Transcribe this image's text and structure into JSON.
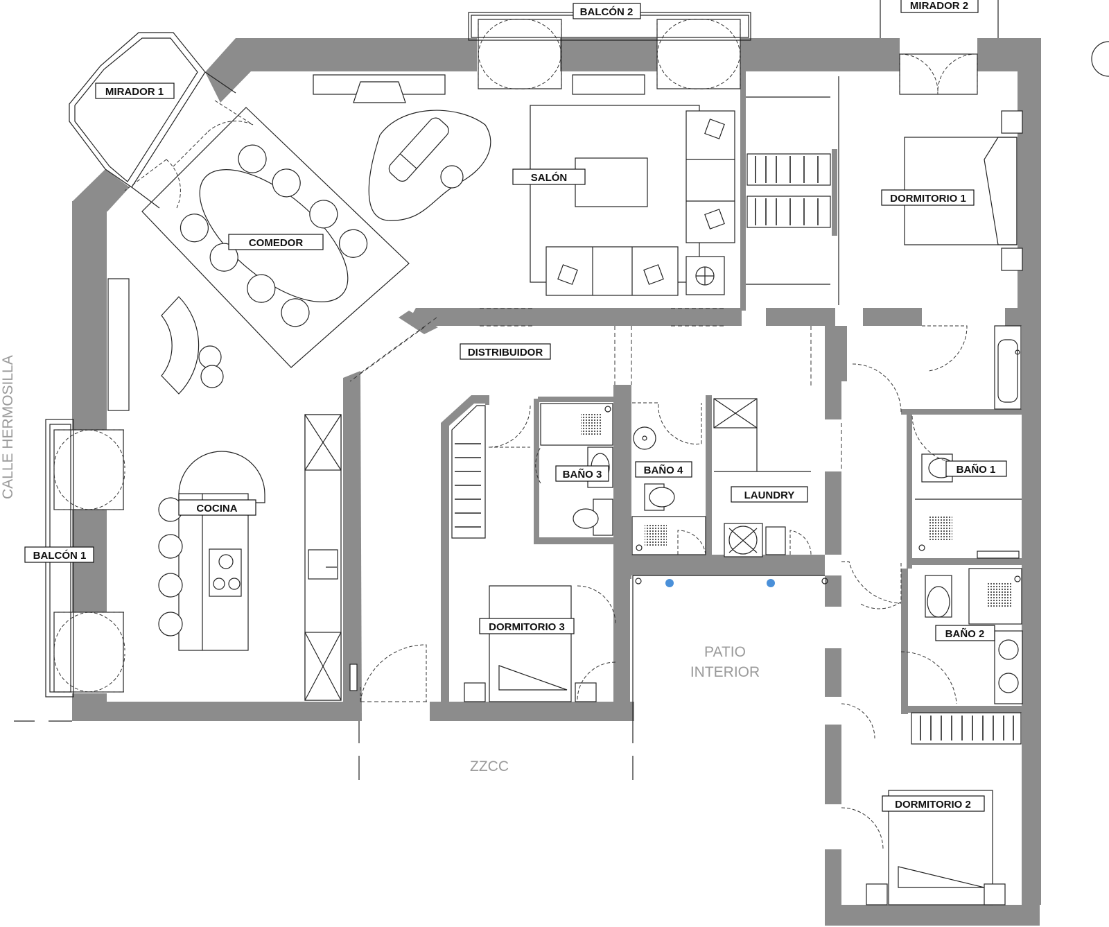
{
  "labels": {
    "mirador1": "MIRADOR 1",
    "balcon2": "BALCÓN 2",
    "mirador2": "MIRADOR 2",
    "salon": "SALÓN",
    "comedor": "COMEDOR",
    "dormitorio1": "DORMITORIO 1",
    "distribuidor": "DISTRIBUIDOR",
    "bano3": "BAÑO 3",
    "bano4": "BAÑO 4",
    "laundry": "LAUNDRY",
    "bano1": "BAÑO 1",
    "cocina": "COCINA",
    "balcon1": "BALCÓN 1",
    "dormitorio3": "DORMITORIO 3",
    "bano2": "BAÑO 2",
    "dormitorio2": "DORMITORIO 2"
  },
  "exterior": {
    "street": "CALLE HERMOSILLA",
    "patio_line1": "PATIO",
    "patio_line2": "INTERIOR",
    "zzcc": "ZZCC"
  },
  "colors": {
    "wall": "#8c8c8c",
    "line": "#222222",
    "exterior_text": "#9a9a9a",
    "fixture_dot": "#4a90d9"
  }
}
